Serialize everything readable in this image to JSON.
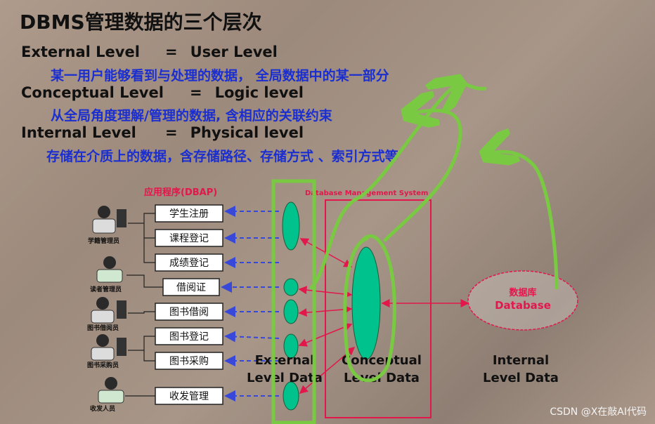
{
  "title": "DBMS管理数据的三个层次",
  "levels": [
    {
      "name": "External Level",
      "eq": "=",
      "alias": "User Level",
      "desc": "某一用户能够看到与处理的数据， 全局数据中的某一部分"
    },
    {
      "name": "Conceptual Level",
      "eq": "=",
      "alias": "Logic level",
      "desc": "从全局角度理解/管理的数据, 含相应的关联约束"
    },
    {
      "name": "Internal Level",
      "eq": "=",
      "alias": "Physical level",
      "desc": "存储在介质上的数据，含存储路径、存储方式 、索引方式等"
    }
  ],
  "diagram": {
    "app_header": "应用程序(DBAP)",
    "dbms_label": "Database Management System",
    "apps": [
      "学生注册",
      "课程登记",
      "成绩登记",
      "借阅证",
      "图书借阅",
      "图书登记",
      "图书采购",
      "收发管理"
    ],
    "users": [
      "学籍管理员",
      "读者管理员",
      "图书借阅员",
      "图书采购员",
      "收发人员"
    ],
    "db_cn": "数据库",
    "db_en": "Database",
    "col_external_1": "External",
    "col_external_2": "Level Data",
    "col_conceptual_1": "Conceptual",
    "col_conceptual_2": "Level Data",
    "col_internal_1": "Internal",
    "col_internal_2": "Level Data"
  },
  "watermark": "CSDN @X在敲AI代码",
  "colors": {
    "accent_blue": "#1b2ed0",
    "highlight_green": "#7ac943",
    "ellipse_teal": "#00c28c",
    "db_red": "#e2174c"
  }
}
